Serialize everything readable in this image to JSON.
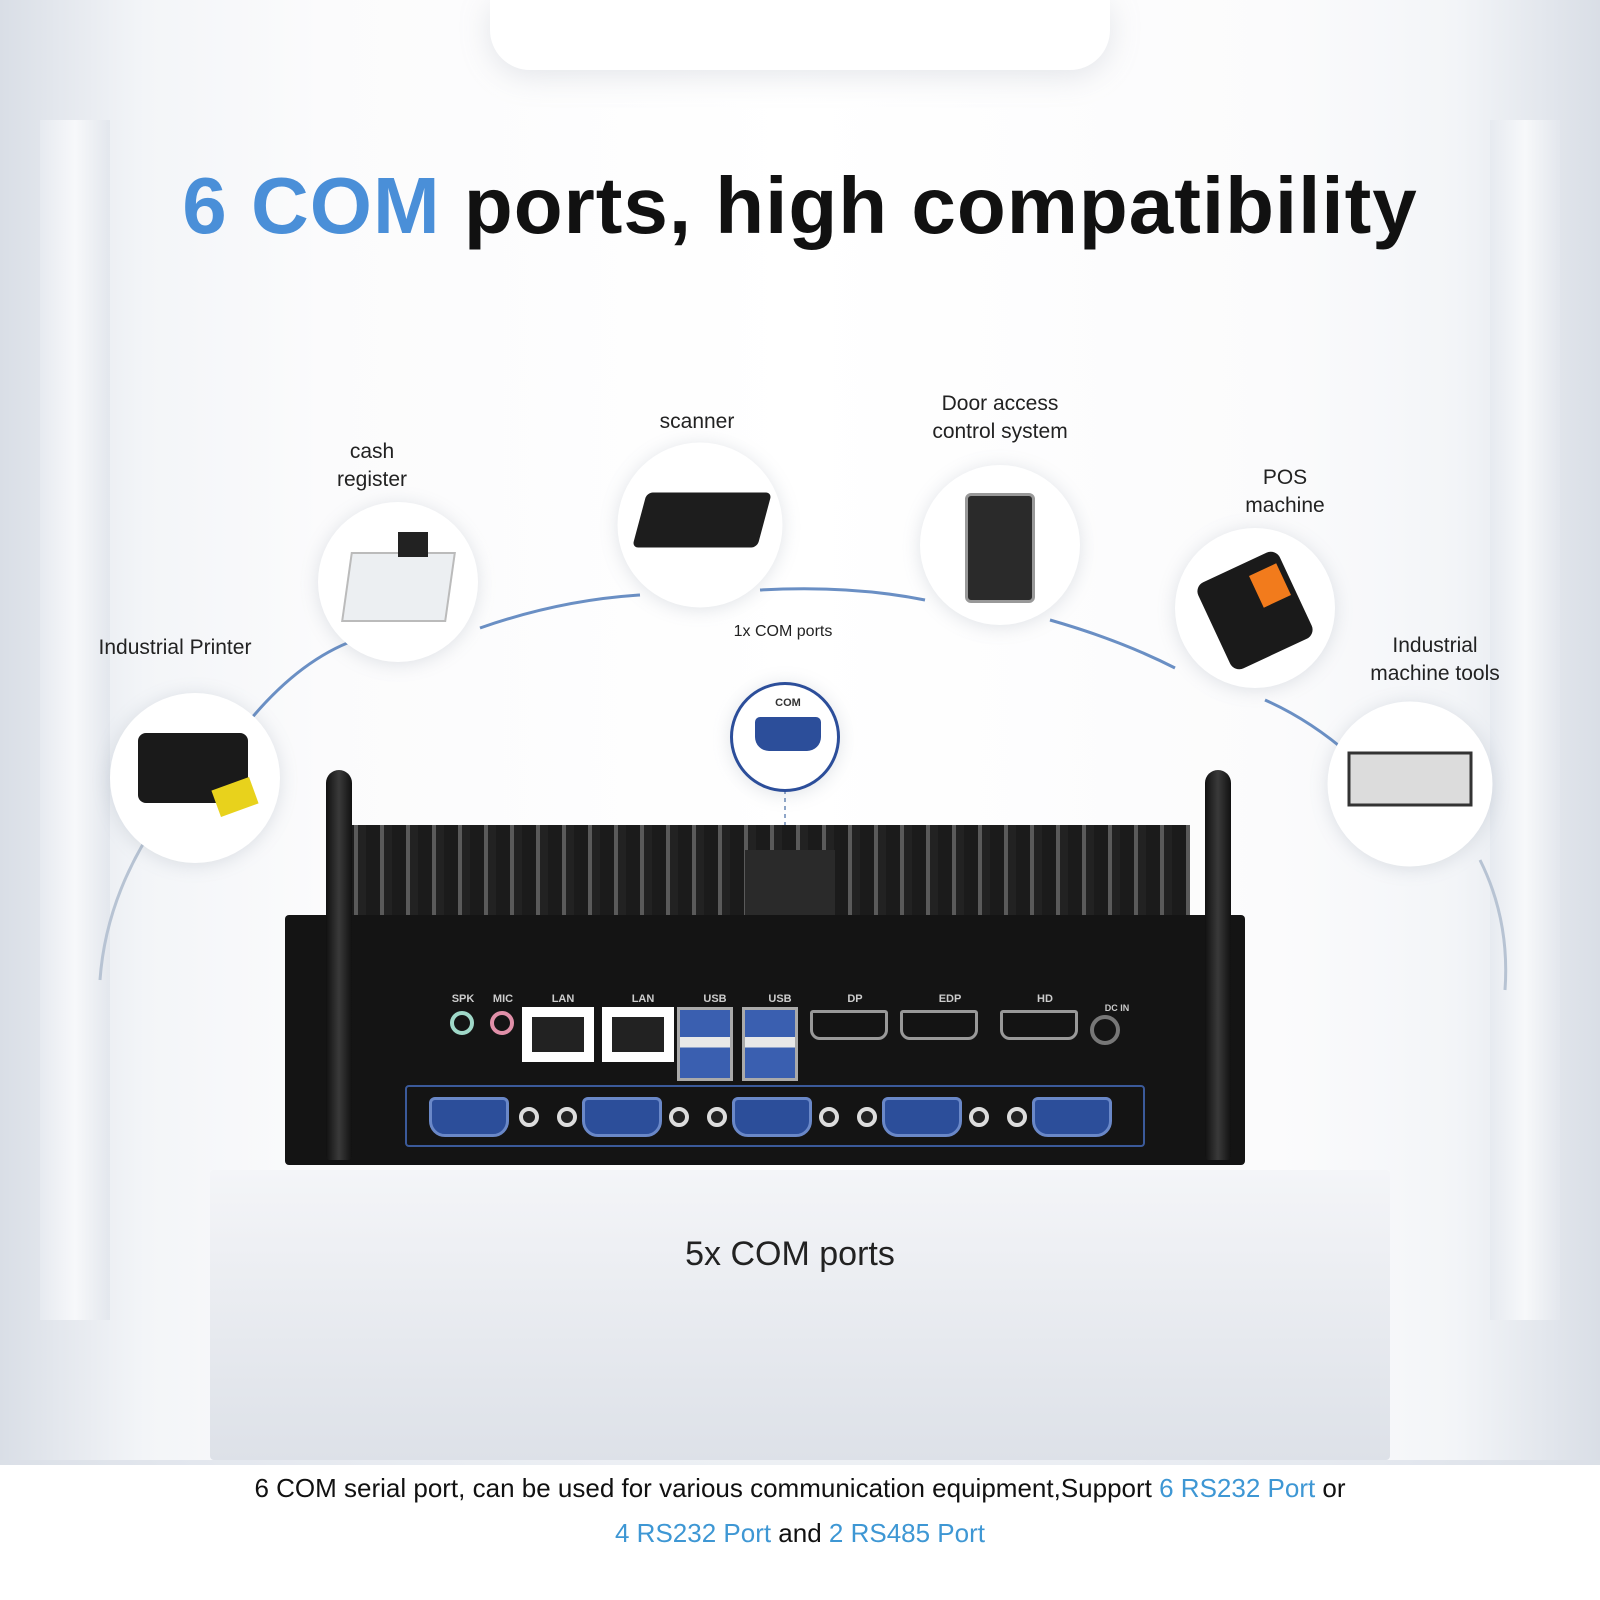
{
  "headline": {
    "highlight": "6 COM",
    "rest": " ports, high compatibility",
    "highlight_color": "#4a8fd8"
  },
  "devices": [
    {
      "label": "Industrial Printer",
      "icon": "printer-icon"
    },
    {
      "label": "cash register",
      "icon": "cash-register-icon"
    },
    {
      "label": "scanner",
      "icon": "scanner-icon"
    },
    {
      "label": "Door access control system",
      "icon": "keypad-icon"
    },
    {
      "label": "POS machine",
      "icon": "pos-terminal-icon"
    },
    {
      "label": "Industrial machine tools",
      "icon": "cnc-machine-icon"
    }
  ],
  "top_com": {
    "label": "1x COM ports",
    "port_label": "COM"
  },
  "rear_ports": [
    "SPK",
    "MIC",
    "LAN",
    "LAN",
    "USB",
    "USB",
    "DP",
    "EDP",
    "HD",
    "DC IN"
  ],
  "bottom_com": {
    "label": "5x COM ports"
  },
  "caption": {
    "part1": "6 COM serial port, can be used for various communication equipment,Support ",
    "hl1": "6 RS232 Port",
    "part2": " or ",
    "hl2": "4 RS232 Port",
    "part3": " and ",
    "hl3": "2 RS485 Port",
    "highlight_color": "#3e97d4"
  }
}
